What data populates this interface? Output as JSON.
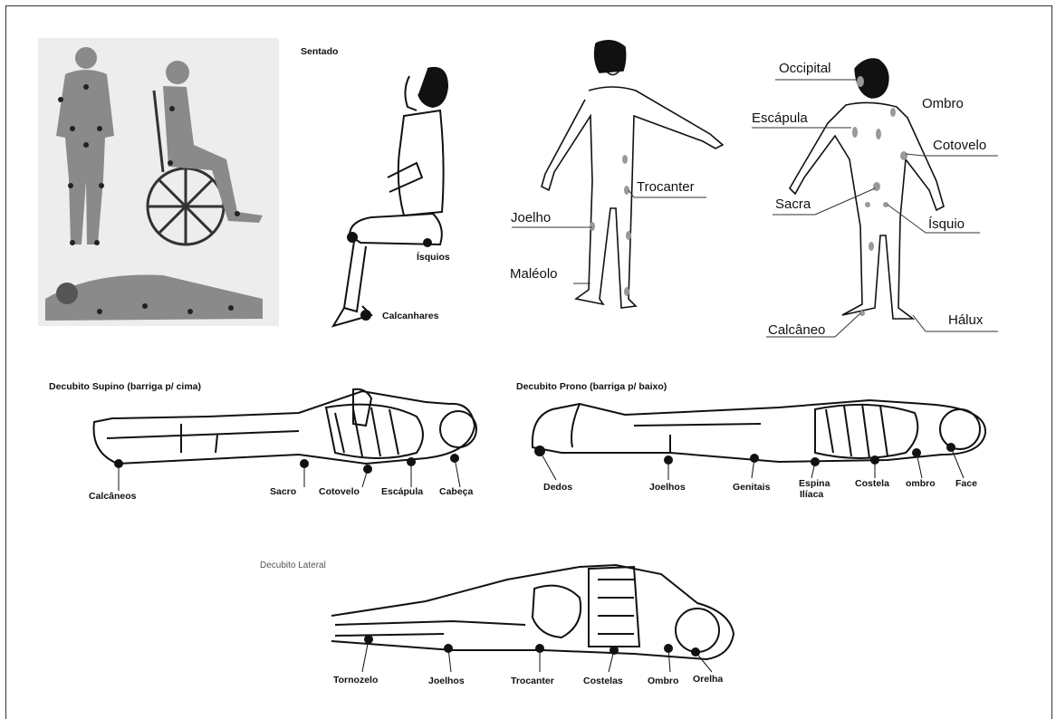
{
  "panel_seated": {
    "title": "Sentado",
    "labels": [
      "Ísquios",
      "Calcanhares"
    ]
  },
  "panel_front": {
    "labels": [
      "Trocanter",
      "Joelho",
      "Maléolo"
    ]
  },
  "panel_back": {
    "labels": [
      "Occipital",
      "Ombro",
      "Escápula",
      "Cotovelo",
      "Sacra",
      "Ísquio",
      "Calcâneo",
      "Hálux"
    ]
  },
  "panel_supine": {
    "title": "Decubito Supino (barriga p/ cima)",
    "labels": [
      "Calcâneos",
      "Sacro",
      "Cotovelo",
      "Escápula",
      "Cabeça"
    ]
  },
  "panel_prone": {
    "title": "Decubito Prono (barriga p/ baixo)",
    "labels": [
      "Dedos",
      "Joelhos",
      "Genitais",
      "Espina",
      "Ilíaca",
      "Costela",
      "ombro",
      "Face"
    ]
  },
  "panel_lateral": {
    "title": "Decubito Lateral",
    "labels": [
      "Tornozelo",
      "Joelhos",
      "Trocanter",
      "Costelas",
      "Ombro",
      "Orelha"
    ]
  }
}
